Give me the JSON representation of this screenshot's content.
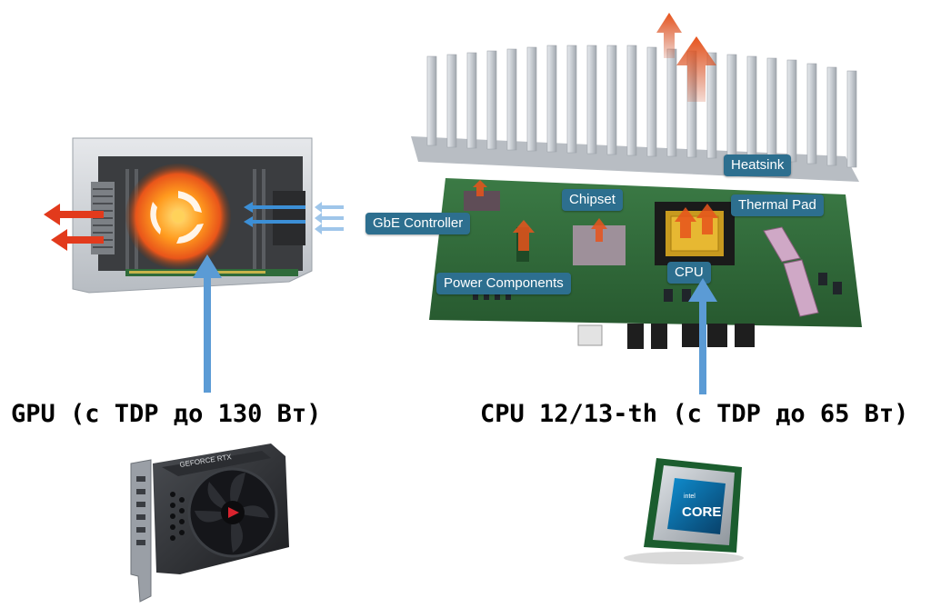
{
  "gpu_label": "GPU (с TDP до 130 Вт)",
  "cpu_label": "CPU 12/13-th (с TDP до 65 Вт)",
  "callouts": {
    "heatsink": "Heatsink",
    "chipset": "Chipset",
    "thermal_pad": "Thermal Pad",
    "gbe_controller": "GbE Controller",
    "cpu": "CPU",
    "power_components": "Power Components"
  },
  "gpu_card_brand": "GEFORCE RTX",
  "cpu_chip": {
    "brand": "intel",
    "line": "CORE"
  },
  "colors": {
    "pointer_arrow": "#5b9bd5",
    "callout_bg": "#2d6f8f",
    "hot_air": "#e23a1c",
    "cool_air": "#3c8fd6",
    "pcb_green": "#2f6b3a",
    "heatsink_gray": "#c9cdd3"
  }
}
